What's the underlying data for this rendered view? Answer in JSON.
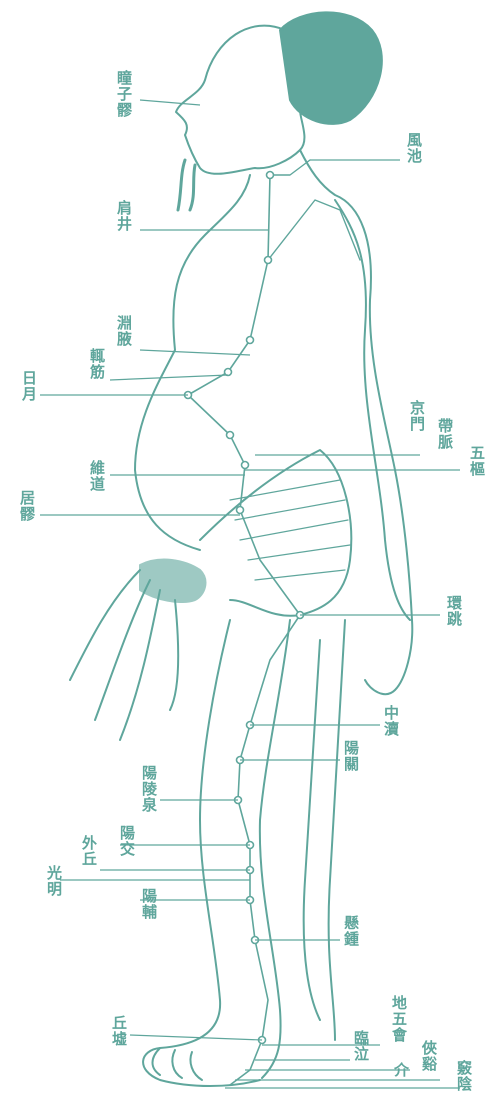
{
  "colors": {
    "ink": "#5fa69c",
    "background": "#ffffff"
  },
  "points": {
    "tongziliao": "瞳子髎",
    "fengchi": "風池",
    "jianjing": "肩井",
    "yuanye": "淵腋",
    "zhejin": "輒筋",
    "riyue": "日月",
    "jingmen": "京門",
    "daimai": "帶脈",
    "wushu": "五樞",
    "weidao": "維道",
    "juliao": "居髎",
    "huantiao": "環跳",
    "zhongdu": "中瀆",
    "yangguan": "陽關",
    "yanglingquan": "陽陵泉",
    "yangjiao": "陽交",
    "waiqiu": "外丘",
    "guangming": "光明",
    "yangfu": "陽輔",
    "xuanzhong": "懸鍾",
    "diwuhui": "地五會",
    "qiuxu": "丘墟",
    "zulinqi": "臨泣",
    "xiaxi": "俠谿",
    "zuqiaoyin": "竅陰",
    "jie": "介"
  }
}
